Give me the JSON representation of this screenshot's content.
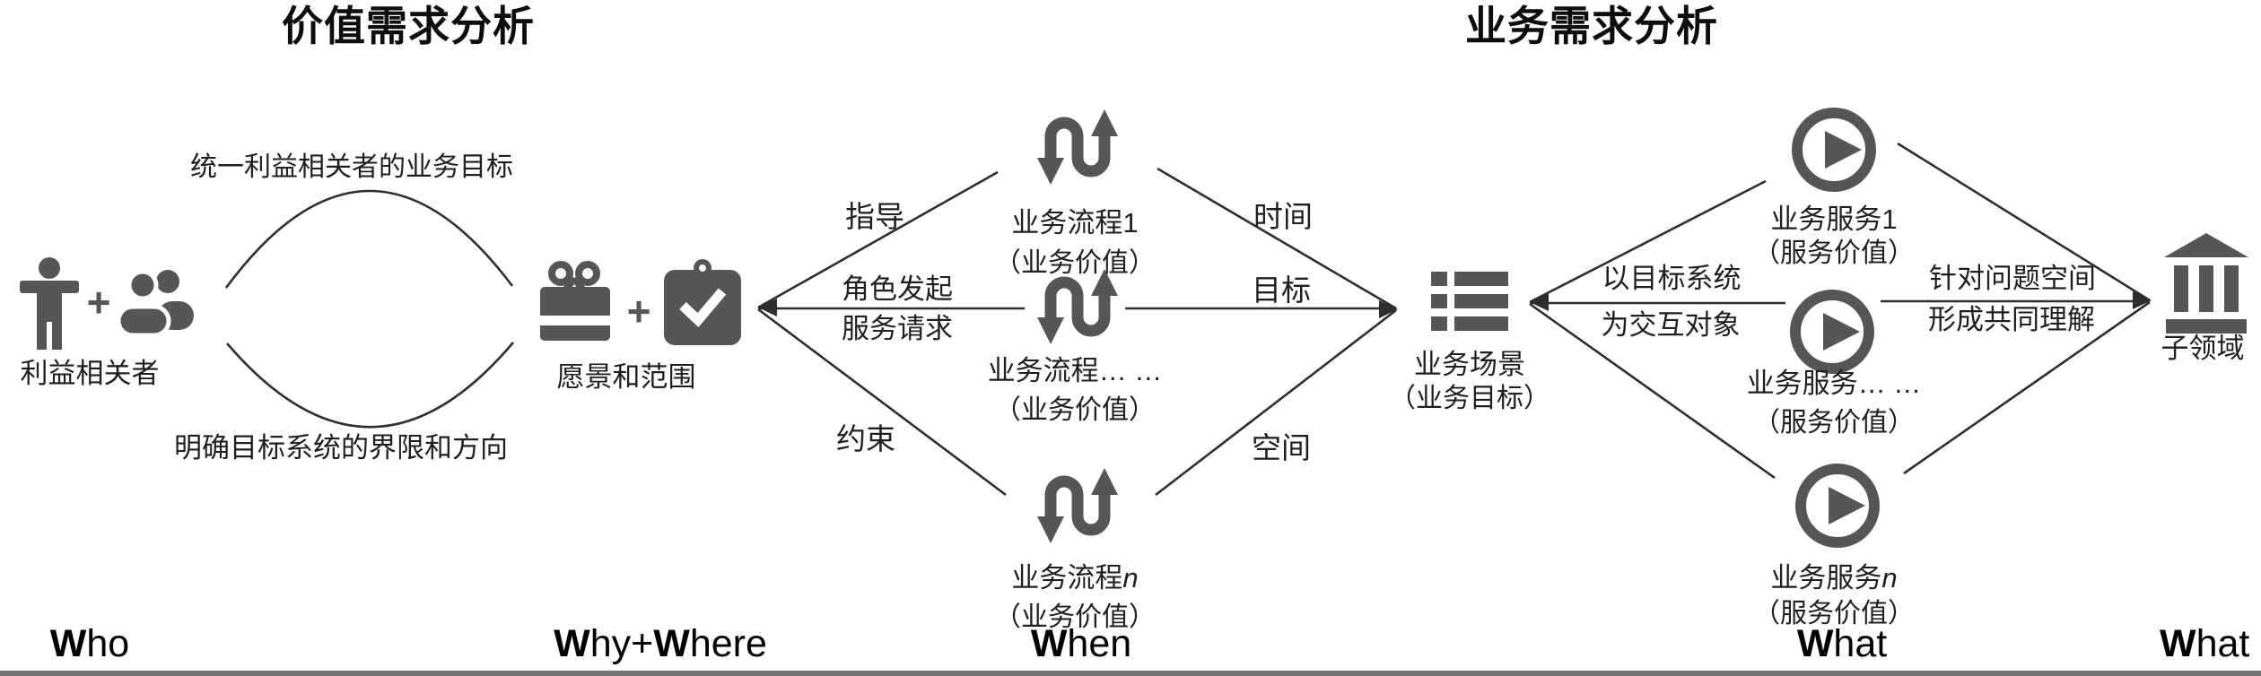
{
  "titles": {
    "value_analysis": "价值需求分析",
    "business_analysis": "业务需求分析"
  },
  "colors": {
    "icon": "#565656",
    "line": "#2e2e2e",
    "text": "#1f1f1f",
    "bottom_bar": "#757575"
  },
  "stakeholders": {
    "label": "利益相关者",
    "plus": "+"
  },
  "lens": {
    "top_text": "统一利益相关者的业务目标",
    "bottom_text": "明确目标系统的界限和方向"
  },
  "vision_scope": {
    "label": "愿景和范围",
    "plus": "+"
  },
  "when_fan": {
    "top_left": "指导",
    "middle_left_line1": "角色发起",
    "middle_left_line2": "服务请求",
    "bottom_left": "约束",
    "top_right": "时间",
    "middle_right": "目标",
    "bottom_right": "空间"
  },
  "processes": [
    {
      "name": "业务流程",
      "suffix": "1",
      "value": "（业务价值）"
    },
    {
      "name": "业务流程",
      "suffix": "… …",
      "value": "（业务价值）"
    },
    {
      "name": "业务流程",
      "suffix": "n",
      "value": "（业务价值）"
    }
  ],
  "scenario": {
    "name": "业务场景",
    "value": "（业务目标）"
  },
  "what_fan": {
    "left_line1": "以目标系统",
    "left_line2": "为交互对象",
    "right_line1": "针对问题空间",
    "right_line2": "形成共同理解"
  },
  "services": [
    {
      "name": "业务服务",
      "suffix": "1",
      "value": "（服务价值）"
    },
    {
      "name": "业务服务",
      "suffix": "… …",
      "value": "（服务价值）"
    },
    {
      "name": "业务服务",
      "suffix": "n",
      "value": "（服务价值）"
    }
  ],
  "subdomain": {
    "label": "子领域"
  },
  "icons": [
    "person-icon",
    "people-icon",
    "gift-icon",
    "clipboard-check-icon",
    "swap-arrows-icon",
    "list-rows-icon",
    "play-circle-icon",
    "bank-icon"
  ],
  "w_labels": [
    {
      "segments": [
        {
          "text": "W",
          "bold": true
        },
        {
          "text": "ho",
          "bold": false
        }
      ]
    },
    {
      "segments": [
        {
          "text": "W",
          "bold": true
        },
        {
          "text": "hy+",
          "bold": false
        },
        {
          "text": "W",
          "bold": true
        },
        {
          "text": "here",
          "bold": false
        }
      ]
    },
    {
      "segments": [
        {
          "text": "W",
          "bold": true
        },
        {
          "text": "hen",
          "bold": false
        }
      ]
    },
    {
      "segments": [
        {
          "text": "W",
          "bold": true
        },
        {
          "text": "hat",
          "bold": false
        }
      ]
    },
    {
      "segments": [
        {
          "text": "W",
          "bold": true
        },
        {
          "text": "hat",
          "bold": false
        }
      ]
    }
  ]
}
